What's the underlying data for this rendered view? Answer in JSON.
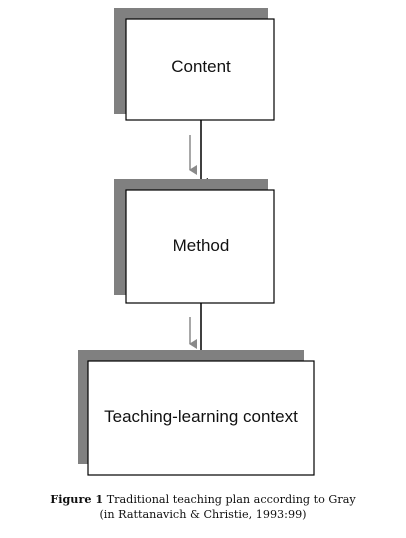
{
  "diagram": {
    "boxes": {
      "content": {
        "label": "Content"
      },
      "method": {
        "label": "Method"
      },
      "context": {
        "label": "Teaching-learning context"
      }
    },
    "colors": {
      "shadow": "#808080",
      "box_fill": "#ffffff",
      "box_border": "#000000",
      "arrow_main": "#000000",
      "arrow_secondary": "#8a8a8a"
    }
  },
  "caption": {
    "label": "Figure 1",
    "text": "Traditional teaching plan according to Gray",
    "citation": "(in Rattanavich & Christie, 1993:99)"
  }
}
